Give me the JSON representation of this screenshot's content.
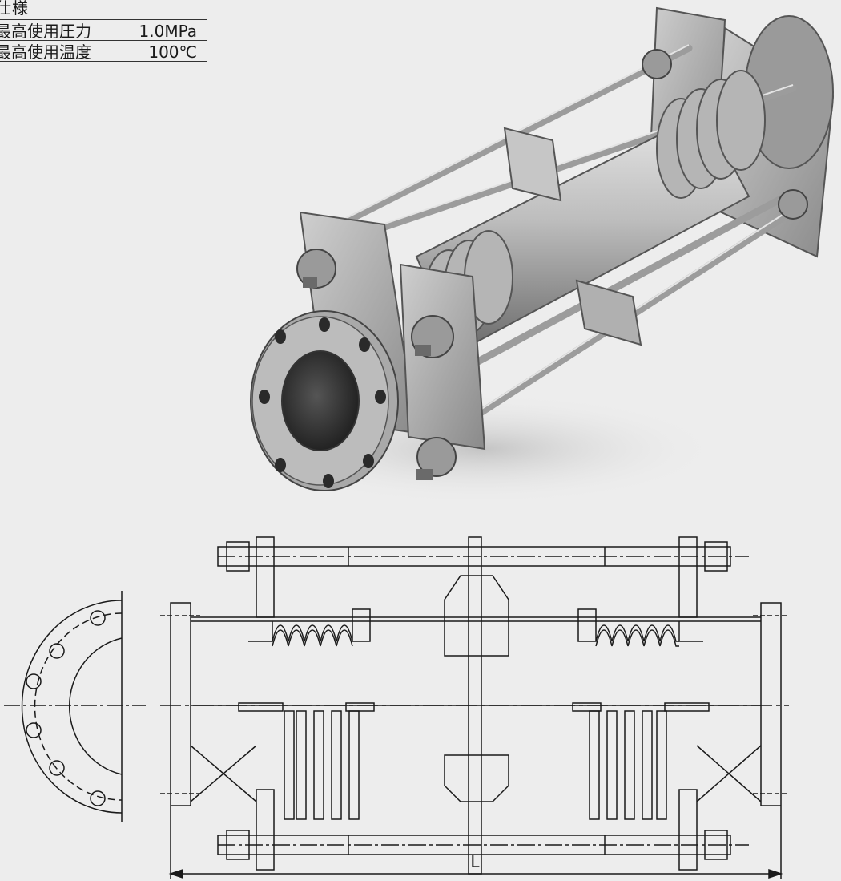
{
  "spec": {
    "heading": "仕様",
    "rows": [
      {
        "label": "最高使用圧力",
        "value": "1.0MPa"
      },
      {
        "label": "最高使用温度",
        "value": "100℃"
      }
    ]
  },
  "drawing": {
    "dimension_label": "L"
  },
  "colors": {
    "background": "#ededed",
    "line": "#1a1a1a",
    "metal_light": "#c8c8c8",
    "metal_dark": "#6e6e6e"
  }
}
